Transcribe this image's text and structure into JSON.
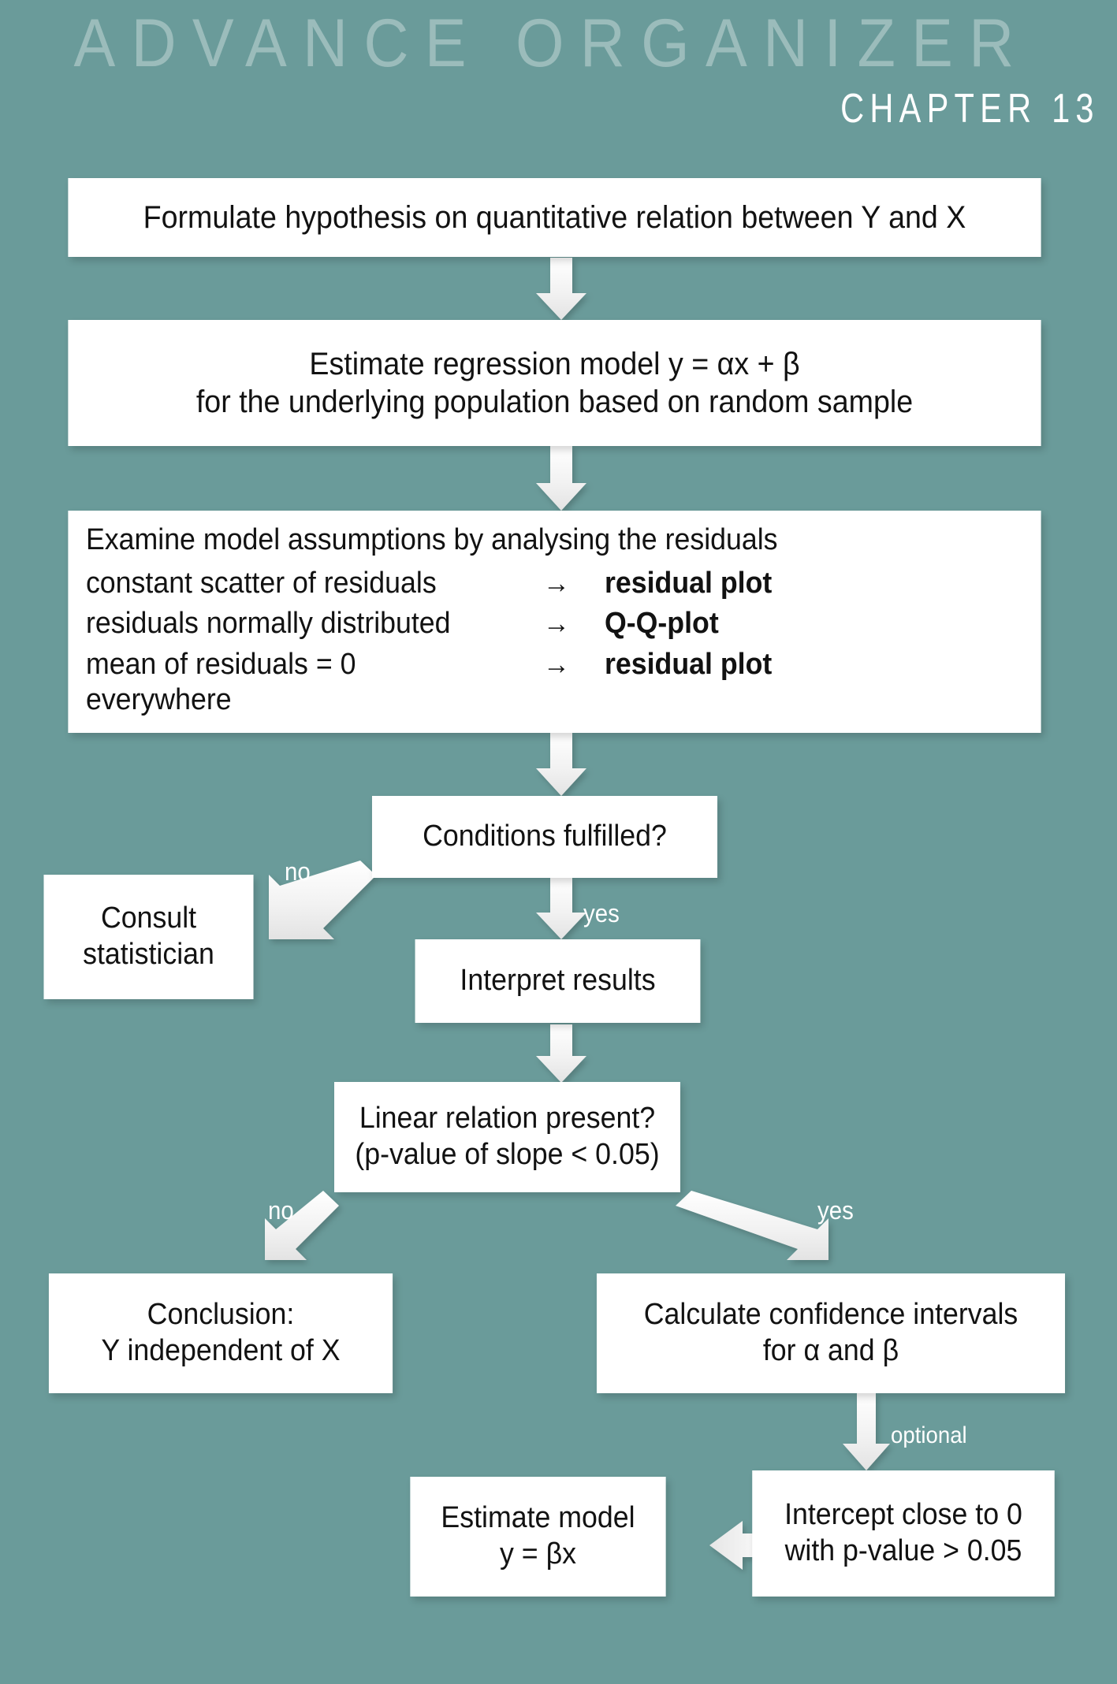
{
  "header": {
    "title": "ADVANCE ORGANIZER",
    "subtitle": "CHAPTER 13"
  },
  "theme": {
    "background": "#6a9b9a",
    "box_fill": "#ffffff",
    "box_text": "#121212",
    "arrow_fill": "#ffffff",
    "header_title_color": "rgba(255,255,255,0.33)",
    "header_sub_color": "#ffffff"
  },
  "nodes": {
    "formulate": {
      "text": "Formulate hypothesis on quantitative relation between Y and X"
    },
    "estimate_model": {
      "line1": "Estimate regression model y = αx + β",
      "line2": "for the underlying population based on random sample"
    },
    "assumptions": {
      "heading": "Examine model assumptions by analysing the residuals",
      "rows": [
        {
          "condition": "constant scatter of residuals",
          "arrow": "→",
          "tool": "residual plot"
        },
        {
          "condition": "residuals normally distributed",
          "arrow": "→",
          "tool": "Q-Q-plot"
        },
        {
          "condition": "mean of residuals = 0 everywhere",
          "arrow": "→",
          "tool": "residual plot"
        }
      ]
    },
    "conditions_fulfilled": {
      "text": "Conditions fulfilled?"
    },
    "consult": {
      "line1": "Consult",
      "line2": "statistician"
    },
    "interpret": {
      "text": "Interpret results"
    },
    "linear_relation": {
      "line1": "Linear relation present?",
      "line2": "(p-value of slope < 0.05)"
    },
    "conclusion": {
      "line1": "Conclusion:",
      "line2": "Y independent of X"
    },
    "confidence": {
      "line1": "Calculate confidence intervals",
      "line2": "for α and β"
    },
    "intercept": {
      "line1": "Intercept close to 0",
      "line2": "with p-value > 0.05"
    },
    "estimate_beta": {
      "line1": "Estimate model",
      "line2": "y = βx"
    }
  },
  "edge_labels": {
    "conditions_no": "no",
    "conditions_yes": "yes",
    "linear_no": "no",
    "linear_yes": "yes",
    "optional": "optional"
  }
}
